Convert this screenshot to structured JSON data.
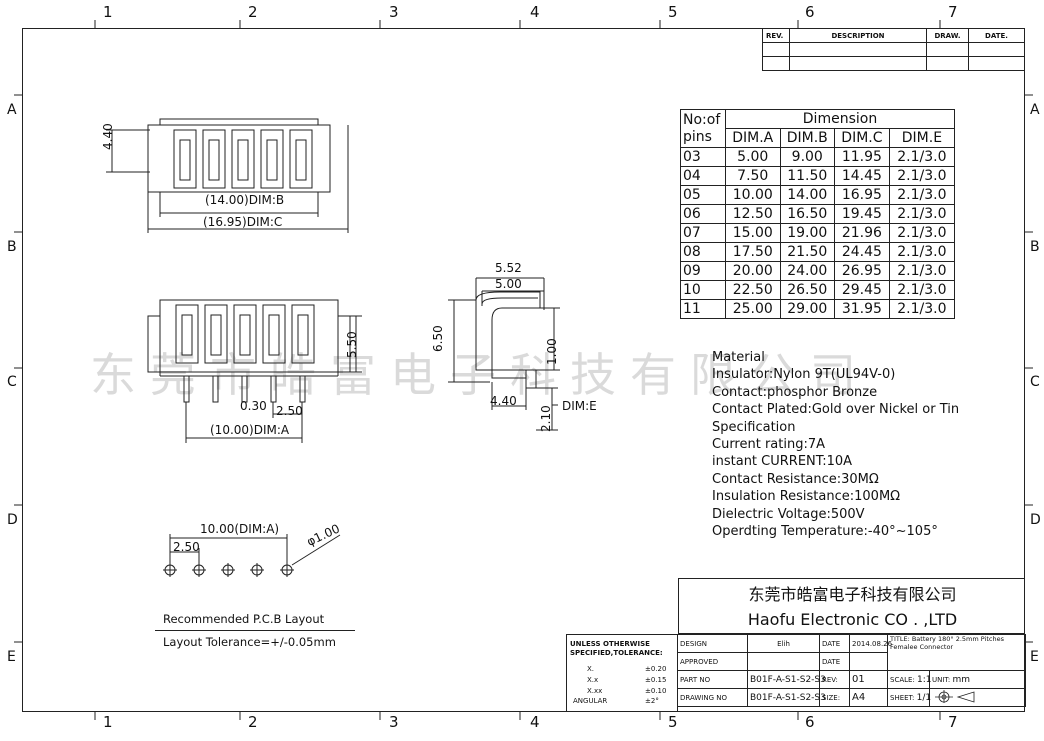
{
  "frame": {
    "col_labels": [
      "1",
      "2",
      "3",
      "4",
      "5",
      "6",
      "7"
    ],
    "row_labels": [
      "A",
      "B",
      "C",
      "D",
      "E"
    ]
  },
  "revision_table": {
    "headers": [
      "REV.",
      "DESCRIPTION",
      "DRAW.",
      "DATE."
    ]
  },
  "dimension_table": {
    "col0_header_1": "No:of",
    "col0_header_2": "pins",
    "group_header": "Dimension",
    "headers": [
      "DIM.A",
      "DIM.B",
      "DIM.C",
      "DIM.E"
    ],
    "rows": [
      [
        "03",
        "5.00",
        "9.00",
        "11.95",
        "2.1/3.0"
      ],
      [
        "04",
        "7.50",
        "11.50",
        "14.45",
        "2.1/3.0"
      ],
      [
        "05",
        "10.00",
        "14.00",
        "16.95",
        "2.1/3.0"
      ],
      [
        "06",
        "12.50",
        "16.50",
        "19.45",
        "2.1/3.0"
      ],
      [
        "07",
        "15.00",
        "19.00",
        "21.96",
        "2.1/3.0"
      ],
      [
        "08",
        "17.50",
        "21.50",
        "24.45",
        "2.1/3.0"
      ],
      [
        "09",
        "20.00",
        "24.00",
        "26.95",
        "2.1/3.0"
      ],
      [
        "10",
        "22.50",
        "26.50",
        "29.45",
        "2.1/3.0"
      ],
      [
        "11",
        "25.00",
        "29.00",
        "31.95",
        "2.1/3.0"
      ]
    ]
  },
  "top_view": {
    "dim_height": "4.40",
    "dim_b": "(14.00)DIM:B",
    "dim_c": "(16.95)DIM:C"
  },
  "front_view": {
    "dim_height": "5.50",
    "dim_pin": "0.30",
    "dim_pitch": "2.50",
    "dim_a": "(10.00)DIM:A"
  },
  "side_view": {
    "dim_top1": "5.52",
    "dim_top2": "5.00",
    "dim_height": "6.50",
    "dim_right": "1.00",
    "dim_bottom": "4.40",
    "dim_pin": "2.10",
    "dim_e": "DIM:E"
  },
  "pcb": {
    "dim_total": "10.00(DIM:A)",
    "dim_pitch": "2.50",
    "dim_hole": "φ1.00",
    "title": "Recommended P.C.B Layout",
    "tolerance": "Layout Tolerance=+/-0.05mm"
  },
  "material": {
    "lines": [
      "Material",
      "Insulator:Nylon 9T(UL94V-0)",
      "Contact:phosphor Bronze",
      "Contact Plated:Gold over Nickel or Tin",
      "Specification",
      "Current rating:7A",
      "instant CURRENT:10A",
      "Contact Resistance:30MΩ",
      "Insulation Resistance:100MΩ",
      "Dielectric Voltage:500V",
      "Operdting Temperature:-40°~105°"
    ]
  },
  "watermark": "东莞市皓富电子科技有限公司",
  "title_block": {
    "company_cn": "东莞市皓富电子科技有限公司",
    "company_en": "Haofu Electronic CO . ,LTD",
    "tol_title": "UNLESS OTHERWISE SPECIFIED,TOLERANCE:",
    "tol_rows": [
      [
        "X.",
        "±0.20"
      ],
      [
        "X.x",
        "±0.15"
      ],
      [
        "X.xx",
        "±0.10"
      ],
      [
        "ANGULAR",
        "±2°"
      ]
    ],
    "design_label": "DESIGN",
    "designer": "Elih",
    "date_label": "DATE",
    "date_value": "2014.08.26",
    "title_text": "TITLE: Battery 180° 2.5mm Pitches Femalee Connector",
    "approved_label": "APPROVED",
    "date_label2": "DATE",
    "part_no_label": "PART NO",
    "part_no": "B01F-A-S1-S2-S3",
    "rev_label": "REV:",
    "rev_value": "01",
    "scale_label": "SCALE:",
    "scale_value": "1:1",
    "unit_label": "UNIT:",
    "unit_value": "mm",
    "drawing_no_label": "DRAWING NO",
    "drawing_no": "B01F-A-S1-S2-S3",
    "size_label": "SIZE:",
    "size_value": "A4",
    "sheet_label": "SHEET:",
    "sheet_value": "1/1"
  }
}
